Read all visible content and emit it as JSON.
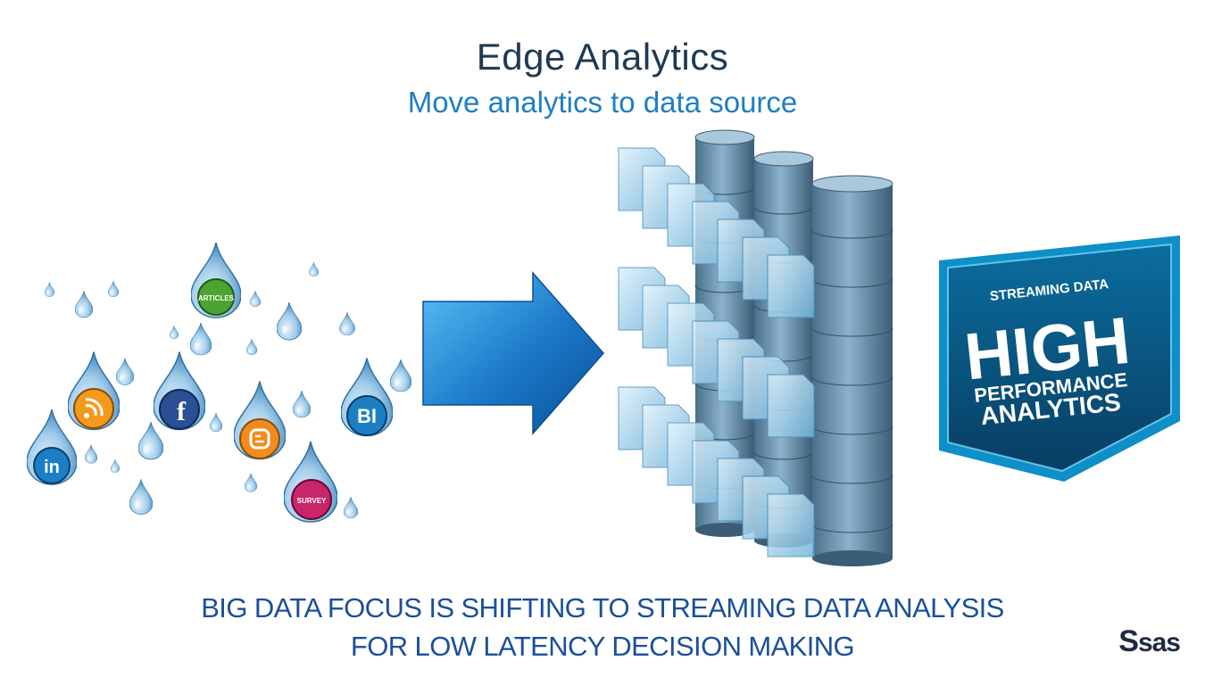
{
  "slide": {
    "title": "Edge Analytics",
    "subtitle": "Move analytics to data source",
    "footer_line1": "BIG DATA FOCUS IS SHIFTING TO STREAMING DATA ANALYSIS",
    "footer_line2": "FOR LOW LATENCY DECISION MAKING"
  },
  "drops": {
    "articles": "ARTICLES",
    "survey": "SURVEY",
    "bi": "BI",
    "linkedin": "in",
    "facebook": "f"
  },
  "badge": {
    "top": "STREAMING DATA",
    "big": "HIGH",
    "line2": "PERFORMANCE",
    "line3": "ANALYTICS"
  },
  "logo": {
    "mark": "S",
    "text": "sas"
  },
  "colors": {
    "title": "#1f3a52",
    "subtitle": "#1f7fc0",
    "footer": "#1b4f9c",
    "arrow": "#1a78c8",
    "badge": "#0a5f8f"
  }
}
